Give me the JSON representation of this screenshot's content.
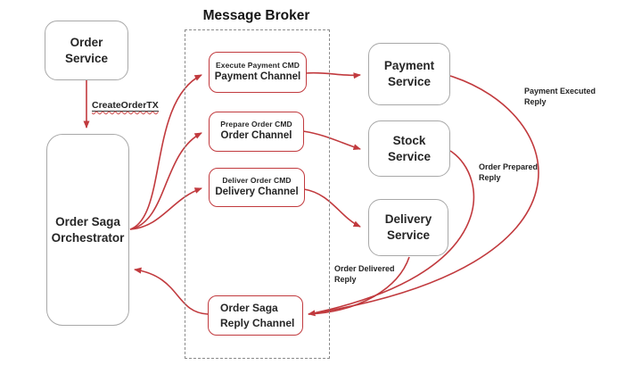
{
  "diagram": {
    "broker": {
      "title": "Message Broker"
    },
    "nodes": {
      "order_service": {
        "label": "Order Service"
      },
      "orchestrator": {
        "label": "Order Saga Orchestrator"
      },
      "payment_service": {
        "label": "Payment Service"
      },
      "stock_service": {
        "label": "Stock Service"
      },
      "delivery_service": {
        "label": "Delivery Service"
      }
    },
    "channels": {
      "payment": {
        "cmd": "Execute Payment CMD",
        "name": "Payment Channel"
      },
      "order": {
        "cmd": "Prepare Order CMD",
        "name": "Order Channel"
      },
      "delivery": {
        "cmd": "Deliver Order CMD",
        "name": "Delivery Channel"
      },
      "reply": {
        "line1": "Order Saga",
        "line2": "Reply Channel"
      }
    },
    "edge_labels": {
      "create_order_tx": "CreateOrderTX",
      "payment_executed_reply": "Payment Executed Reply",
      "order_prepared_reply": "Order Prepared Reply",
      "order_delivered_reply": "Order Delivered Reply"
    },
    "colors": {
      "accent_red": "#c13a3e",
      "node_border_gray": "#a8a8a8",
      "broker_border_gray": "#8a8a8a",
      "text_dark": "#232323"
    }
  }
}
